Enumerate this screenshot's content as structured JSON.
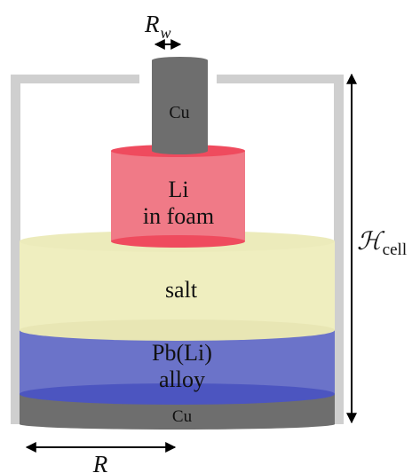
{
  "labels": {
    "wire_radius": "R",
    "wire_radius_sub": "w",
    "copper_top": "Cu",
    "lithium_line1": "Li",
    "lithium_line2": "in foam",
    "salt": "salt",
    "alloy_line1": "Pb(Li)",
    "alloy_line2": "alloy",
    "copper_bottom": "Cu",
    "cell_height": "ℋ",
    "cell_height_sub": "cell",
    "radius": "R"
  },
  "colors": {
    "casing": "#cfcfcf",
    "copper": "#6e6e6e",
    "lithium": "#f07a87",
    "lithium_edge": "#ef4b5e",
    "salt": "#efeebf",
    "alloy": "#6b73c9",
    "alloy_edge": "#4c55c0",
    "arrow": "#000000"
  }
}
